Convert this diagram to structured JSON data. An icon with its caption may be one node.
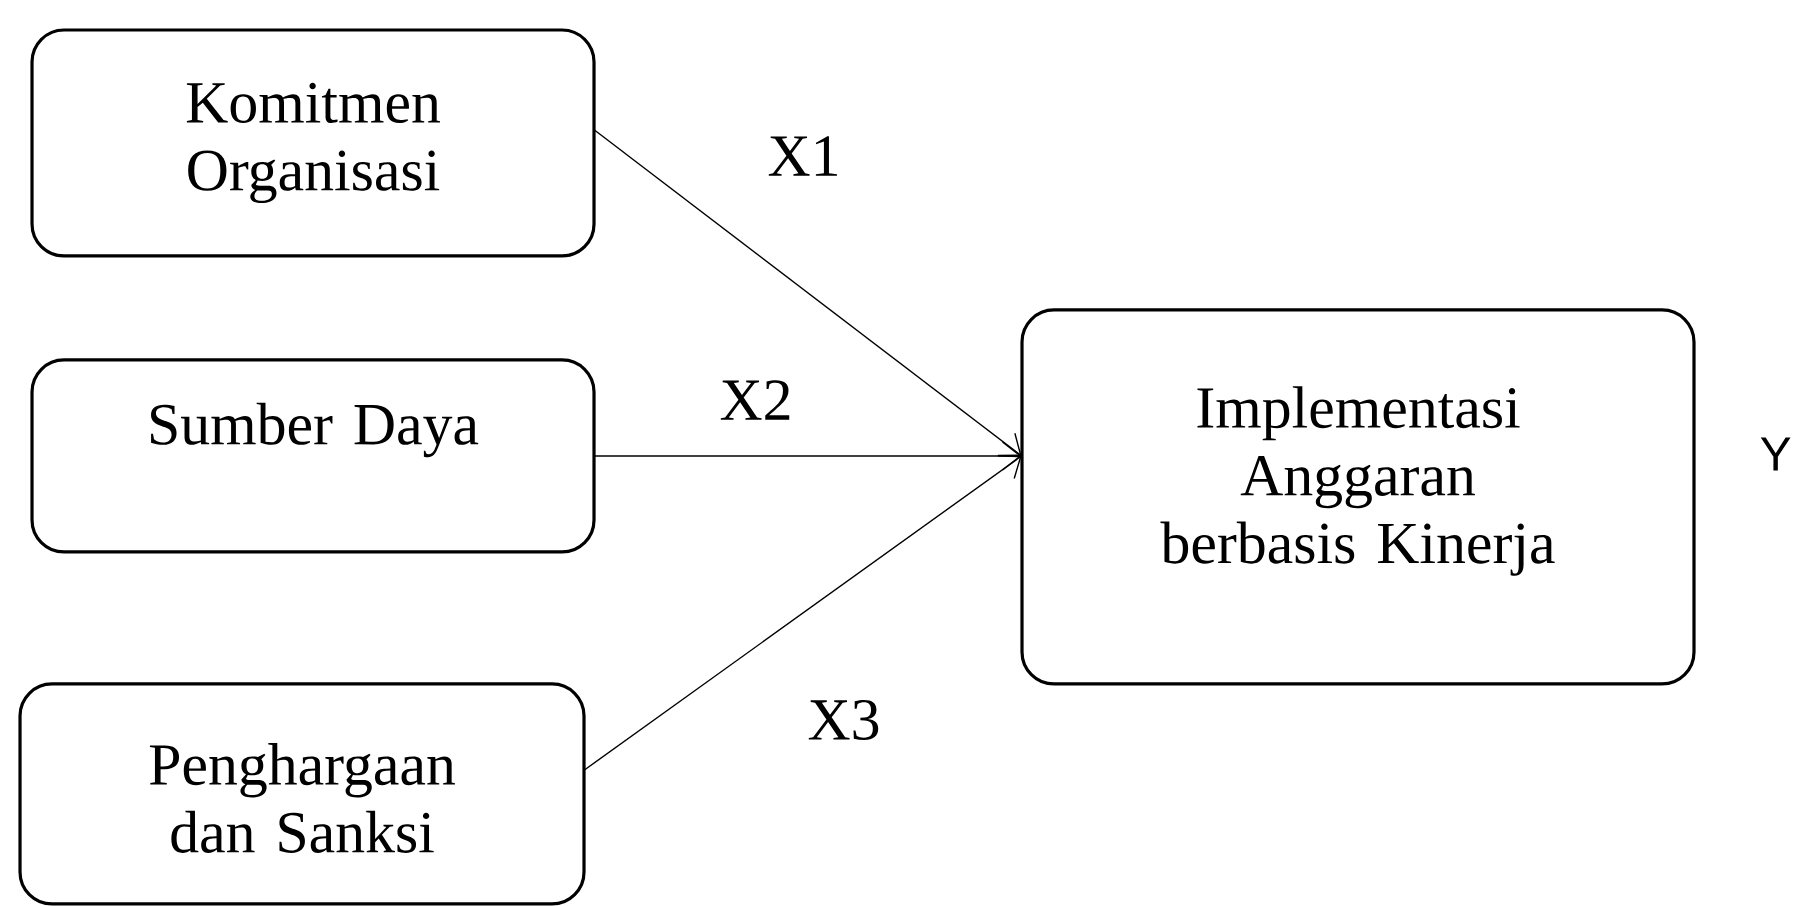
{
  "diagram": {
    "nodes": [
      {
        "text": [
          "Komitmen Organisasi"
        ]
      },
      {
        "text": [
          "Sumber Daya"
        ]
      },
      {
        "text": [
          "Penghargaan dan Sanksi"
        ]
      },
      {
        "text": [
          "Implementasi Anggaran berbasis Kinerja"
        ]
      }
    ],
    "labels": [
      "Y"
    ],
    "edges": [
      {
        "from": 0,
        "to": 3,
        "arrow": "to",
        "label": "X1"
      },
      {
        "from": 1,
        "to": 3,
        "arrow": "to",
        "label": "X2"
      },
      {
        "from": 2,
        "to": 3,
        "arrow": "to",
        "label": "X3"
      }
    ]
  }
}
